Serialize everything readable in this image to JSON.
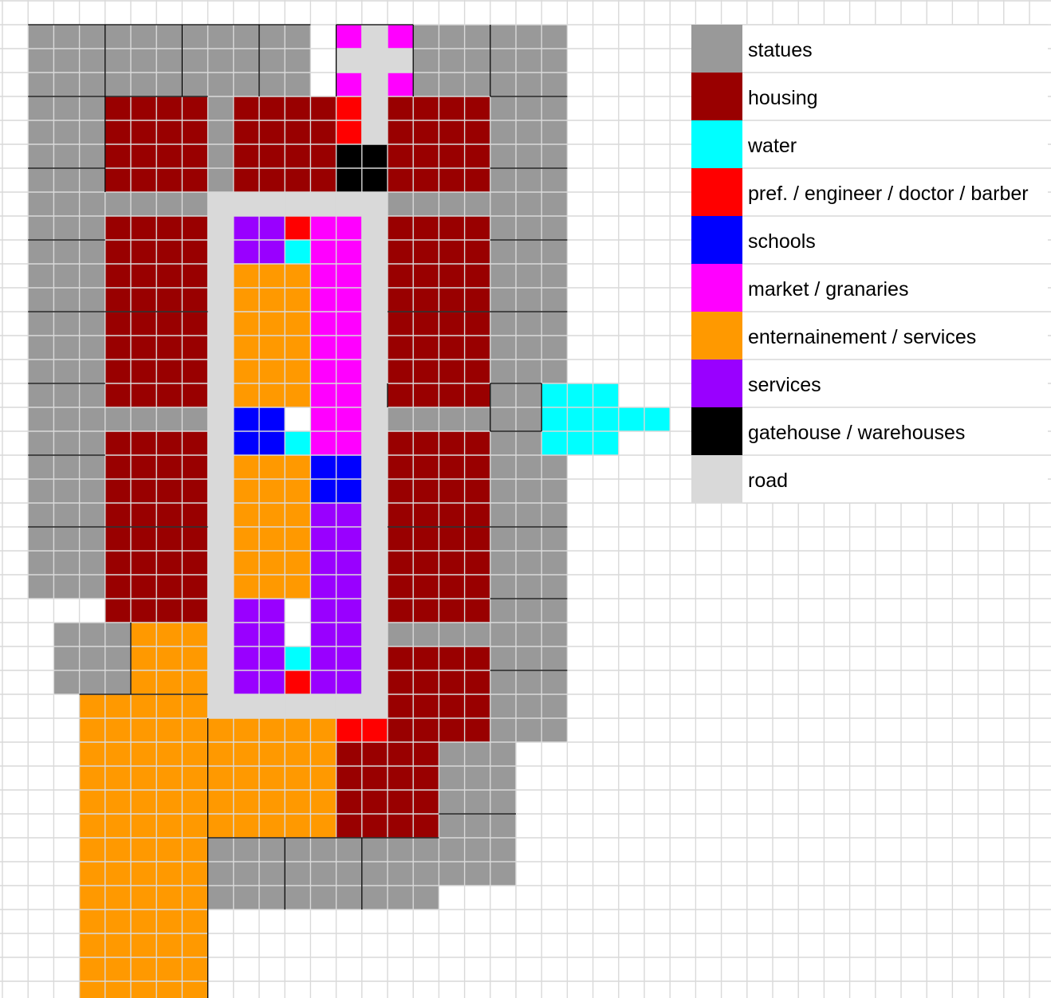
{
  "colors": {
    "statues": "#999999",
    "housing": "#990000",
    "water": "#00ffff",
    "pref": "#ff0000",
    "schools": "#0000ff",
    "market": "#ff00ff",
    "entertainment": "#ff9900",
    "services": "#9900ff",
    "gatehouse": "#000000",
    "road": "#d9d9d9",
    "gridline": "#d9d9d9",
    "background": "#ffffff"
  },
  "legend": [
    {
      "key": "statues",
      "label": "statues"
    },
    {
      "key": "housing",
      "label": "housing"
    },
    {
      "key": "water",
      "label": "water"
    },
    {
      "key": "pref",
      "label": "pref. / engineer / doctor / barber"
    },
    {
      "key": "schools",
      "label": "schools"
    },
    {
      "key": "market",
      "label": "market / granaries"
    },
    {
      "key": "entertainment",
      "label": "enternainement / services"
    },
    {
      "key": "services",
      "label": "services"
    },
    {
      "key": "gatehouse",
      "label": "gatehouse / warehouses"
    },
    {
      "key": "road",
      "label": "road"
    }
  ],
  "tiles": [
    {
      "key": "statues",
      "c0": 1,
      "r0": 1,
      "c1": 12,
      "r1": 4
    },
    {
      "key": "statues",
      "c0": 16,
      "r0": 1,
      "c1": 22,
      "r1": 4
    },
    {
      "key": "statues",
      "c0": 1,
      "r0": 4,
      "c1": 4,
      "r1": 25
    },
    {
      "key": "statues",
      "c0": 19,
      "r0": 4,
      "c1": 22,
      "r1": 31
    },
    {
      "key": "statues",
      "c0": 4,
      "r0": 8,
      "c1": 8,
      "r1": 9
    },
    {
      "key": "statues",
      "c0": 8,
      "r0": 4,
      "c1": 9,
      "r1": 8
    },
    {
      "key": "statues",
      "c0": 15,
      "r0": 8,
      "c1": 19,
      "r1": 9
    },
    {
      "key": "statues",
      "c0": 4,
      "r0": 17,
      "c1": 8,
      "r1": 18
    },
    {
      "key": "statues",
      "c0": 15,
      "r0": 17,
      "c1": 19,
      "r1": 18
    },
    {
      "key": "statues",
      "c0": 15,
      "r0": 26,
      "c1": 19,
      "r1": 27
    },
    {
      "key": "statues",
      "c0": 2,
      "r0": 26,
      "c1": 5,
      "r1": 29
    },
    {
      "key": "statues",
      "c0": 17,
      "r0": 31,
      "c1": 20,
      "r1": 37
    },
    {
      "key": "statues",
      "c0": 8,
      "r0": 35,
      "c1": 17,
      "r1": 38
    },
    {
      "key": "market",
      "c0": 13,
      "r0": 1,
      "c1": 14,
      "r1": 2
    },
    {
      "key": "market",
      "c0": 15,
      "r0": 1,
      "c1": 16,
      "r1": 2
    },
    {
      "key": "market",
      "c0": 13,
      "r0": 3,
      "c1": 14,
      "r1": 4
    },
    {
      "key": "market",
      "c0": 15,
      "r0": 3,
      "c1": 16,
      "r1": 4
    },
    {
      "key": "road",
      "c0": 14,
      "r0": 1,
      "c1": 15,
      "r1": 4
    },
    {
      "key": "road",
      "c0": 13,
      "r0": 2,
      "c1": 16,
      "r1": 3
    },
    {
      "key": "housing",
      "c0": 4,
      "r0": 4,
      "c1": 8,
      "r1": 8
    },
    {
      "key": "housing",
      "c0": 9,
      "r0": 4,
      "c1": 13,
      "r1": 8
    },
    {
      "key": "pref",
      "c0": 13,
      "r0": 4,
      "c1": 14,
      "r1": 6
    },
    {
      "key": "road",
      "c0": 14,
      "r0": 4,
      "c1": 15,
      "r1": 6
    },
    {
      "key": "gatehouse",
      "c0": 13,
      "r0": 6,
      "c1": 15,
      "r1": 8
    },
    {
      "key": "housing",
      "c0": 15,
      "r0": 4,
      "c1": 19,
      "r1": 8
    },
    {
      "key": "road",
      "c0": 8,
      "r0": 8,
      "c1": 15,
      "r1": 9
    },
    {
      "key": "road",
      "c0": 8,
      "r0": 9,
      "c1": 9,
      "r1": 29
    },
    {
      "key": "road",
      "c0": 14,
      "r0": 9,
      "c1": 15,
      "r1": 29
    },
    {
      "key": "road",
      "c0": 8,
      "r0": 29,
      "c1": 15,
      "r1": 30
    },
    {
      "key": "housing",
      "c0": 4,
      "r0": 9,
      "c1": 8,
      "r1": 17
    },
    {
      "key": "housing",
      "c0": 15,
      "r0": 9,
      "c1": 19,
      "r1": 17
    },
    {
      "key": "housing",
      "c0": 4,
      "r0": 18,
      "c1": 8,
      "r1": 26
    },
    {
      "key": "housing",
      "c0": 15,
      "r0": 18,
      "c1": 19,
      "r1": 26
    },
    {
      "key": "housing",
      "c0": 15,
      "r0": 27,
      "c1": 19,
      "r1": 31
    },
    {
      "key": "services",
      "c0": 9,
      "r0": 9,
      "c1": 11,
      "r1": 11
    },
    {
      "key": "pref",
      "c0": 11,
      "r0": 9,
      "c1": 12,
      "r1": 10
    },
    {
      "key": "water",
      "c0": 11,
      "r0": 10,
      "c1": 12,
      "r1": 11
    },
    {
      "key": "market",
      "c0": 12,
      "r0": 9,
      "c1": 14,
      "r1": 19
    },
    {
      "key": "entertainment",
      "c0": 9,
      "r0": 11,
      "c1": 12,
      "r1": 17
    },
    {
      "key": "schools",
      "c0": 9,
      "r0": 17,
      "c1": 11,
      "r1": 19
    },
    {
      "key": "water",
      "c0": 11,
      "r0": 18,
      "c1": 12,
      "r1": 19
    },
    {
      "key": "entertainment",
      "c0": 9,
      "r0": 19,
      "c1": 12,
      "r1": 25
    },
    {
      "key": "schools",
      "c0": 12,
      "r0": 19,
      "c1": 14,
      "r1": 21
    },
    {
      "key": "services",
      "c0": 12,
      "r0": 21,
      "c1": 14,
      "r1": 29
    },
    {
      "key": "services",
      "c0": 9,
      "r0": 25,
      "c1": 11,
      "r1": 29
    },
    {
      "key": "water",
      "c0": 11,
      "r0": 27,
      "c1": 12,
      "r1": 28
    },
    {
      "key": "pref",
      "c0": 11,
      "r0": 28,
      "c1": 12,
      "r1": 29
    },
    {
      "key": "statues",
      "c0": 19,
      "r0": 16,
      "c1": 21,
      "r1": 18
    },
    {
      "key": "water",
      "c0": 21,
      "r0": 16,
      "c1": 24,
      "r1": 19
    },
    {
      "key": "water",
      "c0": 24,
      "r0": 17,
      "c1": 26,
      "r1": 18
    },
    {
      "key": "entertainment",
      "c0": 5,
      "r0": 26,
      "c1": 8,
      "r1": 29
    },
    {
      "key": "entertainment",
      "c0": 3,
      "r0": 29,
      "c1": 8,
      "r1": 42
    },
    {
      "key": "entertainment",
      "c0": 8,
      "r0": 30,
      "c1": 13,
      "r1": 35
    },
    {
      "key": "pref",
      "c0": 13,
      "r0": 30,
      "c1": 15,
      "r1": 31
    },
    {
      "key": "housing",
      "c0": 13,
      "r0": 31,
      "c1": 17,
      "r1": 35
    }
  ],
  "dividers": [
    {
      "c0": 1,
      "r0": 1,
      "c1": 12,
      "r1": 4
    },
    {
      "c0": 4,
      "r0": 1,
      "c1": 4,
      "r1": 4
    },
    {
      "c0": 7,
      "r0": 1,
      "c1": 7,
      "r1": 4
    },
    {
      "c0": 10,
      "r0": 1,
      "c1": 10,
      "r1": 4
    },
    {
      "c0": 13,
      "r0": 1,
      "c1": 13,
      "r1": 4
    },
    {
      "c0": 16,
      "r0": 1,
      "c1": 16,
      "r1": 4
    },
    {
      "c0": 19,
      "r0": 1,
      "c1": 19,
      "r1": 4
    },
    {
      "c0": 13,
      "r0": 1,
      "c1": 16,
      "r1": 1
    },
    {
      "c0": 1,
      "r0": 4,
      "c1": 4,
      "r1": 4
    },
    {
      "c0": 19,
      "r0": 4,
      "c1": 22,
      "r1": 4
    },
    {
      "c0": 1,
      "r0": 7,
      "c1": 4,
      "r1": 7
    },
    {
      "c0": 19,
      "r0": 7,
      "c1": 22,
      "r1": 7
    },
    {
      "c0": 1,
      "r0": 10,
      "c1": 4,
      "r1": 10
    },
    {
      "c0": 19,
      "r0": 10,
      "c1": 22,
      "r1": 10
    },
    {
      "c0": 1,
      "r0": 13,
      "c1": 4,
      "r1": 13
    },
    {
      "c0": 19,
      "r0": 13,
      "c1": 22,
      "r1": 13
    },
    {
      "c0": 1,
      "r0": 16,
      "c1": 4,
      "r1": 16
    },
    {
      "c0": 1,
      "r0": 19,
      "c1": 4,
      "r1": 19
    },
    {
      "c0": 1,
      "r0": 22,
      "c1": 4,
      "r1": 22
    },
    {
      "c0": 19,
      "r0": 22,
      "c1": 22,
      "r1": 22
    },
    {
      "c0": 19,
      "r0": 25,
      "c1": 22,
      "r1": 25
    },
    {
      "c0": 19,
      "r0": 28,
      "c1": 22,
      "r1": 28
    },
    {
      "c0": 4,
      "r0": 4,
      "c1": 8,
      "r1": 4
    },
    {
      "c0": 4,
      "r0": 8,
      "c1": 4,
      "r1": 4
    },
    {
      "c0": 4,
      "r0": 13,
      "c1": 8,
      "r1": 13
    },
    {
      "c0": 15,
      "r0": 13,
      "c1": 19,
      "r1": 13
    },
    {
      "c0": 4,
      "r0": 22,
      "c1": 8,
      "r1": 22
    },
    {
      "c0": 15,
      "r0": 22,
      "c1": 19,
      "r1": 22
    },
    {
      "c0": 15,
      "r0": 17,
      "c1": 15,
      "r1": 16
    },
    {
      "c0": 19,
      "r0": 16,
      "c1": 21,
      "r1": 16
    },
    {
      "c0": 21,
      "r0": 16,
      "c1": 21,
      "r1": 18
    },
    {
      "c0": 19,
      "r0": 16,
      "c1": 19,
      "r1": 18
    },
    {
      "c0": 19,
      "r0": 18,
      "c1": 21,
      "r1": 18
    },
    {
      "c0": 5,
      "r0": 26,
      "c1": 5,
      "r1": 29
    },
    {
      "c0": 3,
      "r0": 29,
      "c1": 8,
      "r1": 29
    },
    {
      "c0": 8,
      "r0": 30,
      "c1": 8,
      "r1": 42
    },
    {
      "c0": 8,
      "r0": 35,
      "c1": 17,
      "r1": 35
    },
    {
      "c0": 11,
      "r0": 35,
      "c1": 11,
      "r1": 38
    },
    {
      "c0": 14,
      "r0": 35,
      "c1": 14,
      "r1": 38
    },
    {
      "c0": 17,
      "r0": 34,
      "c1": 20,
      "r1": 34
    }
  ]
}
